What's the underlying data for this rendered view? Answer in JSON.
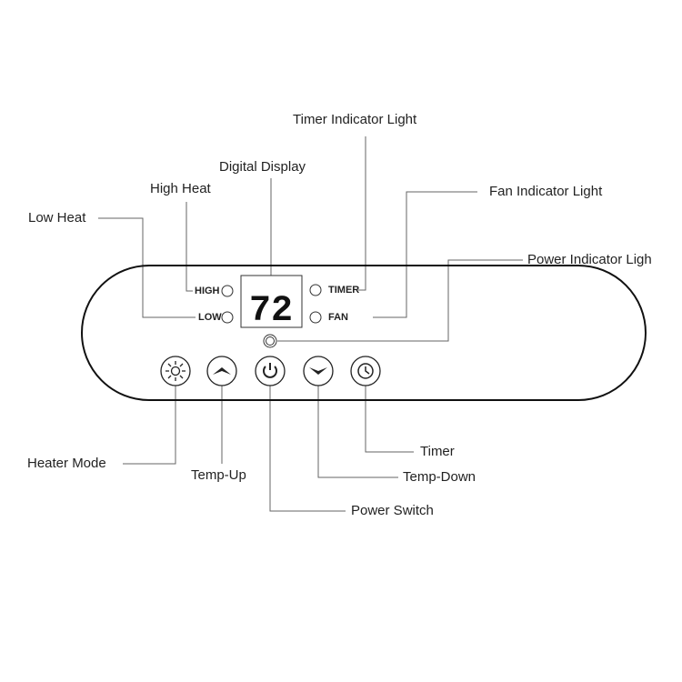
{
  "labels": {
    "timer_indicator": "Timer Indicator Light",
    "digital_display": "Digital Display",
    "fan_indicator": "Fan Indicator Light",
    "high_heat": "High Heat",
    "low_heat": "Low Heat",
    "power_indicator": "Power Indicator Ligh",
    "heater_mode": "Heater Mode",
    "temp_up": "Temp-Up",
    "timer": "Timer",
    "temp_down": "Temp-Down",
    "power_switch": "Power Switch"
  },
  "panel": {
    "high": "HIGH",
    "low": "LOW",
    "timer": "TIMER",
    "fan": "FAN",
    "display_value": "72"
  }
}
